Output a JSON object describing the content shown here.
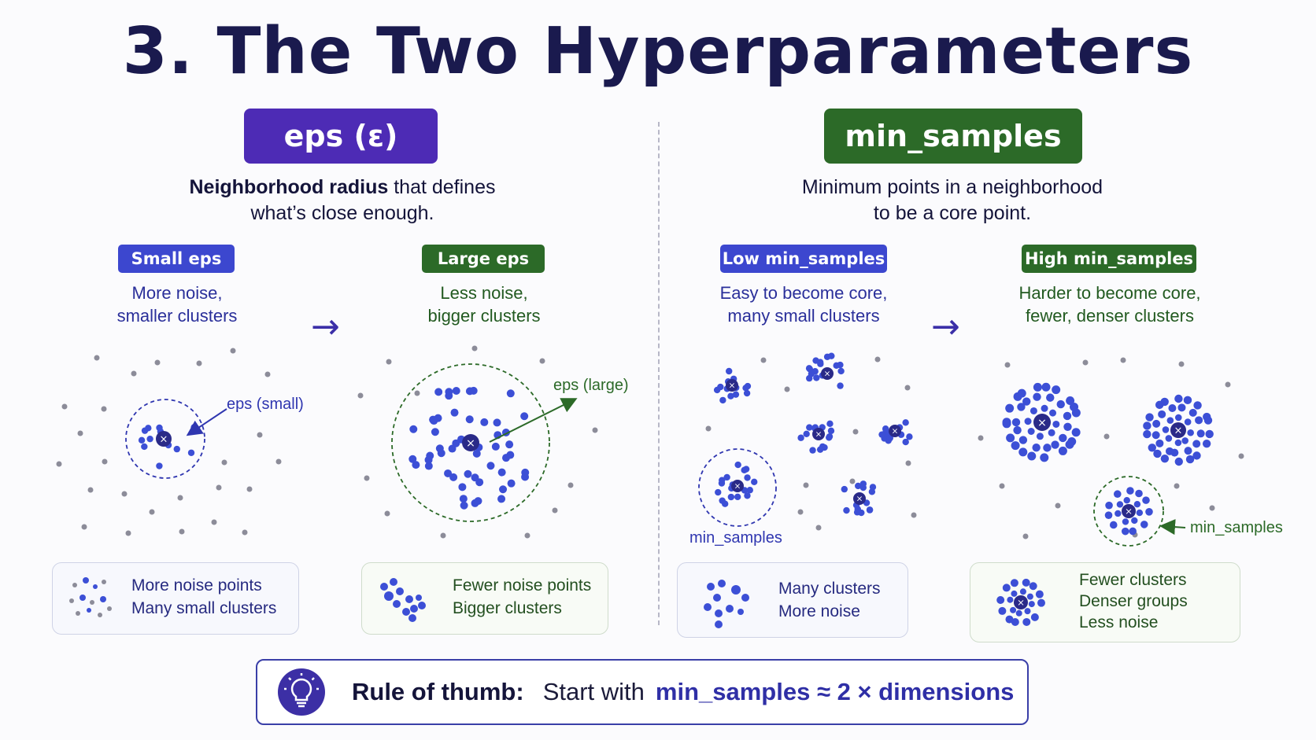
{
  "title": "3. The Two Hyperparameters",
  "left": {
    "header": "eps (ε)",
    "desc_bold": "Neighborhood radius",
    "desc_rest": " that defines",
    "desc_line2": "what’s close enough.",
    "small": {
      "label": "Small eps",
      "line1": "More noise,",
      "line2": "smaller clusters",
      "annotation": "eps (small)",
      "box_line1": "More noise points",
      "box_line2": "Many small clusters"
    },
    "large": {
      "label": "Large eps",
      "line1": "Less noise,",
      "line2": "bigger clusters",
      "annotation": "eps (large)",
      "box_line1": "Fewer noise points",
      "box_line2": "Bigger clusters"
    }
  },
  "right": {
    "header": "min_samples",
    "desc_line1": "Minimum points in a neighborhood",
    "desc_line2": "to be a core point.",
    "low": {
      "label": "Low min_samples",
      "line1": "Easy to become core,",
      "line2": "many small clusters",
      "annotation": "min_samples",
      "box_line1": "Many clusters",
      "box_line2": "More noise"
    },
    "high": {
      "label": "High min_samples",
      "line1": "Harder to become core,",
      "line2": "fewer, denser clusters",
      "annotation": "min_samples",
      "box_line1": "Fewer clusters",
      "box_line2": "Denser groups",
      "box_line3": "Less noise"
    }
  },
  "arrow_glyph": "→",
  "core_marker": "×",
  "rule": {
    "label": "Rule of thumb:",
    "text": "Start with",
    "formula": "min_samples ≈ 2 × dimensions",
    "icon": "lightbulb-icon"
  },
  "colors": {
    "eps": "#4d2bb5",
    "small_eps": "#3c47cf",
    "green": "#2c6a28",
    "point_blue": "#3c4fd6",
    "noise_gray": "#8c8c99",
    "core_navy": "#2a2a88"
  }
}
